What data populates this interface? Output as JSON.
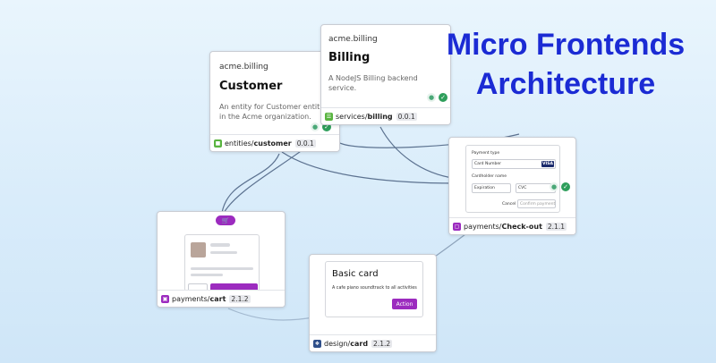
{
  "title_lines": [
    "Micro Frontends",
    "Architecture"
  ],
  "colors": {
    "title": "#1b2bd4",
    "entities_icon": "#59b440",
    "services_icon": "#59b440",
    "payments_icon": "#9c2bbf",
    "design_icon": "#2f4f8a",
    "edge": "#5c7290"
  },
  "nodes": {
    "customer": {
      "scope": "acme.billing",
      "title": "Customer",
      "description": "An entity for Customer entities in the Acme organization.",
      "namespace": "entities/",
      "name": "customer",
      "version": "0.0.1",
      "icon": "box-icon"
    },
    "billing": {
      "scope": "acme.billing",
      "title": "Billing",
      "description": "A NodeJS Billing backend service.",
      "namespace": "services/",
      "name": "billing",
      "version": "0.0.1",
      "icon": "server-icon"
    },
    "checkout": {
      "namespace": "payments/",
      "name": "Check-out",
      "version": "2.1.1",
      "icon": "card-icon",
      "preview": {
        "heading": "Payment type",
        "card_number": "Card Number",
        "card_brand": "VISA",
        "cardholder": "Cardholder name",
        "expiration": "Expiration",
        "cvc": "CVC",
        "cancel": "Cancel",
        "confirm": "Confirm payment"
      }
    },
    "cart": {
      "namespace": "payments/",
      "name": "cart",
      "version": "2.1.2",
      "icon": "cart-icon"
    },
    "card": {
      "namespace": "design/",
      "name": "card",
      "version": "2.1.2",
      "icon": "paint-icon",
      "preview": {
        "title": "Basic card",
        "text": "A cafe piano soundtrack to all activities",
        "button": "Action"
      }
    }
  }
}
